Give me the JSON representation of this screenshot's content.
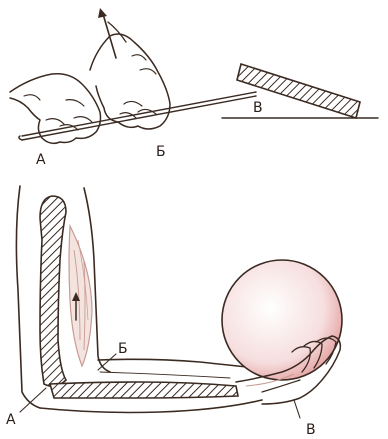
{
  "labels": {
    "lever": {
      "a": "А",
      "b": "Б",
      "c": "В"
    },
    "arm": {
      "a": "А",
      "b": "Б",
      "c": "В"
    }
  },
  "colors": {
    "ink": "#3a2a22",
    "muscle": "#c79a92",
    "ball": "#f2d2d2"
  }
}
